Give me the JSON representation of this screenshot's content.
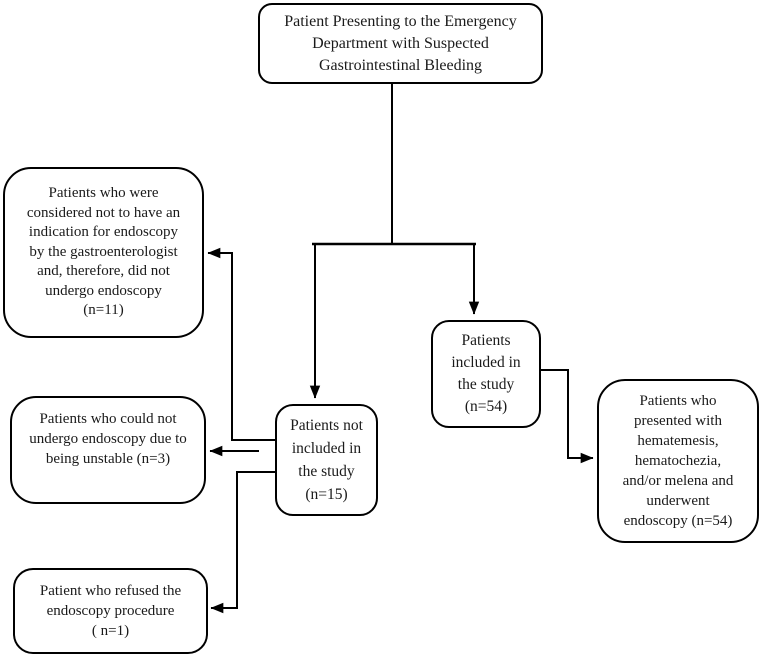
{
  "diagram": {
    "type": "flowchart",
    "nodes": {
      "start": {
        "text": "Patient Presenting to the Emergency\nDepartment with Suspected\nGastrointestinal Bleeding"
      },
      "no_indication": {
        "text": "Patients who were\nconsidered not to have an\nindication for endoscopy\nby the gastroenterologist\nand, therefore, did not\nundergo endoscopy\n(n=11)",
        "n": 11
      },
      "unstable": {
        "text": "Patients who could not\nundergo endoscopy due to\nbeing unstable (n=3)",
        "n": 3
      },
      "refused": {
        "text": "Patient who refused the\nendoscopy procedure\n( n=1)",
        "n": 1
      },
      "not_included": {
        "text": "Patients not\nincluded in\nthe study\n(n=15)",
        "n": 15
      },
      "included": {
        "text": "Patients\nincluded in\nthe study\n(n=54)",
        "n": 54
      },
      "endoscopy": {
        "text": "Patients who\npresented with\nhematemesis,\nhematochezia,\nand/or melena and\nunderwent\nendoscopy (n=54)",
        "n": 54
      }
    },
    "edges": [
      {
        "from": "start",
        "to": "branch-bar"
      },
      {
        "from": "branch-bar",
        "to": "not_included"
      },
      {
        "from": "branch-bar",
        "to": "included"
      },
      {
        "from": "included",
        "to": "endoscopy"
      },
      {
        "from": "not_included",
        "to": "no_indication"
      },
      {
        "from": "not_included",
        "to": "unstable"
      },
      {
        "from": "not_included",
        "to": "refused"
      }
    ],
    "colors": {
      "line": "#000000",
      "branch_bar": "#9e9e9e",
      "box_border": "#000000",
      "box_fill": "#ffffff",
      "background": "#ffffff",
      "text": "#1a1a1a"
    }
  }
}
